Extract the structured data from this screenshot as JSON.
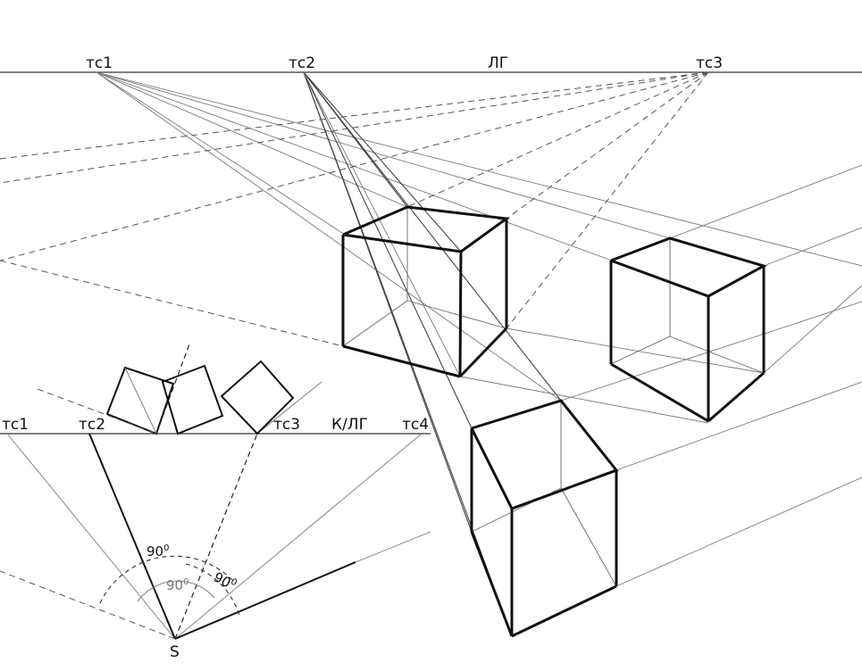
{
  "diagram": {
    "horizon_label": "ЛГ",
    "top_vanishing_points": [
      "тс1",
      "тс2",
      "тс3"
    ],
    "plan": {
      "line_label": "К/ЛГ",
      "vanishing_points": [
        "тс1",
        "тс2",
        "тс3",
        "тс4"
      ],
      "station_point": "S",
      "angle_labels": [
        "90",
        "90",
        "90"
      ],
      "angle_superscript": "0"
    }
  }
}
